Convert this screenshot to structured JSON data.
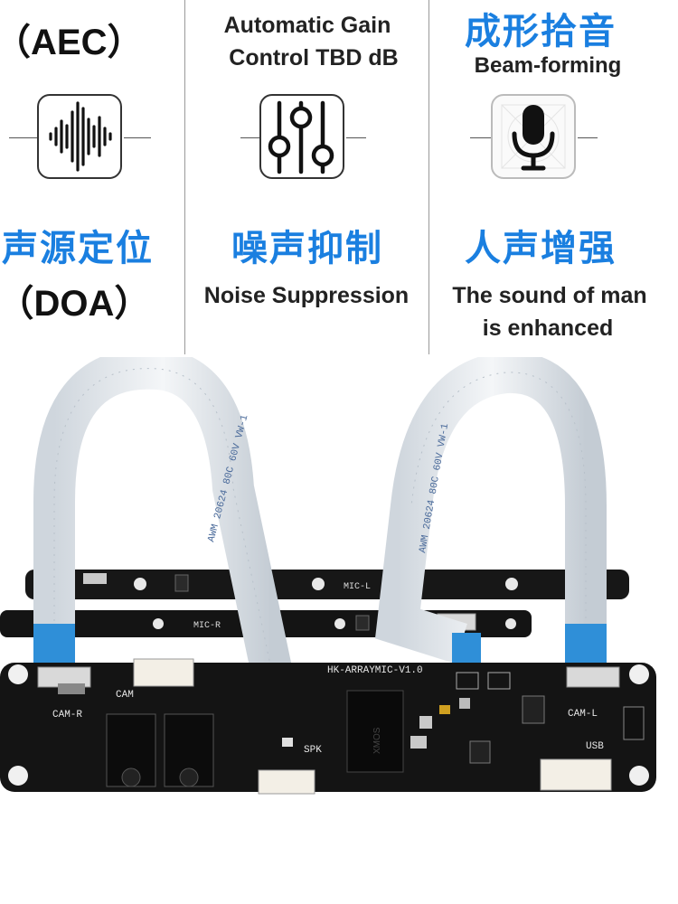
{
  "col1": {
    "top_label": "（AEC）",
    "title": "声源定位",
    "subtitle": "（DOA）"
  },
  "col2": {
    "top_line1": "Automatic Gain",
    "top_line2": "Control TBD dB",
    "title": "噪声抑制",
    "subtitle": "Noise Suppression"
  },
  "col3": {
    "top_title": "成形拾音",
    "top_sub": "Beam-forming",
    "title": "人声增强",
    "subtitle_line1": "The sound of man",
    "subtitle_line2": "is enhanced"
  },
  "icons": [
    "sound-wave-icon",
    "equalizer-sliders-icon",
    "microphone-icon"
  ],
  "board": {
    "mic_l": "MIC-L",
    "mic_r": "MIC-R",
    "cam_r": "CAM-R",
    "cam": "CAM",
    "cam_l": "CAM-L",
    "usb": "USB",
    "spk": "SPK",
    "model": "HK-ARRAYMIC-V1.0",
    "cable_text_1": "AWM 20624 80C 60V VW-1",
    "cable_text_2": "AWM 20624 80C 60V VW-1",
    "chip_text": "XMOS"
  },
  "colors": {
    "accent_blue": "#1a7fe0",
    "pcb_black": "#141414",
    "cable_blue": "#2f8fd8"
  }
}
